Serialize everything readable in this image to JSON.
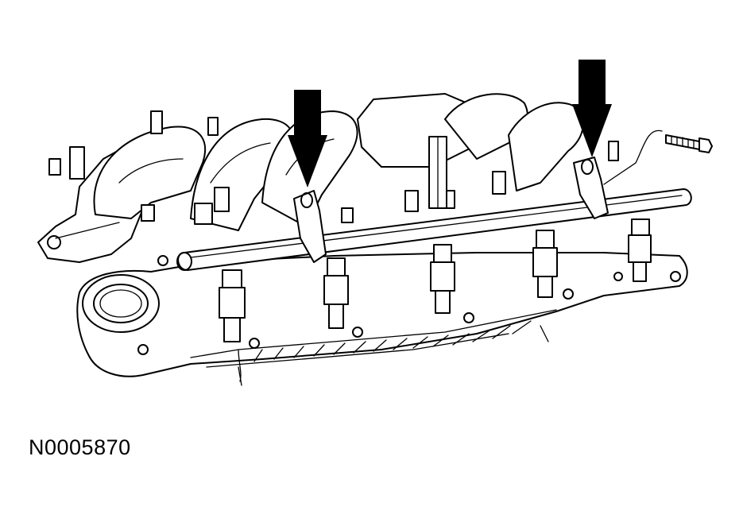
{
  "figure": {
    "caption": "N0005870"
  },
  "callouts": [
    {
      "id": "left-retainer-arrow",
      "icon": "down-arrow-icon"
    },
    {
      "id": "right-retainer-arrow",
      "icon": "down-arrow-icon"
    }
  ],
  "colors": {
    "line": "#000000",
    "background": "#ffffff"
  }
}
